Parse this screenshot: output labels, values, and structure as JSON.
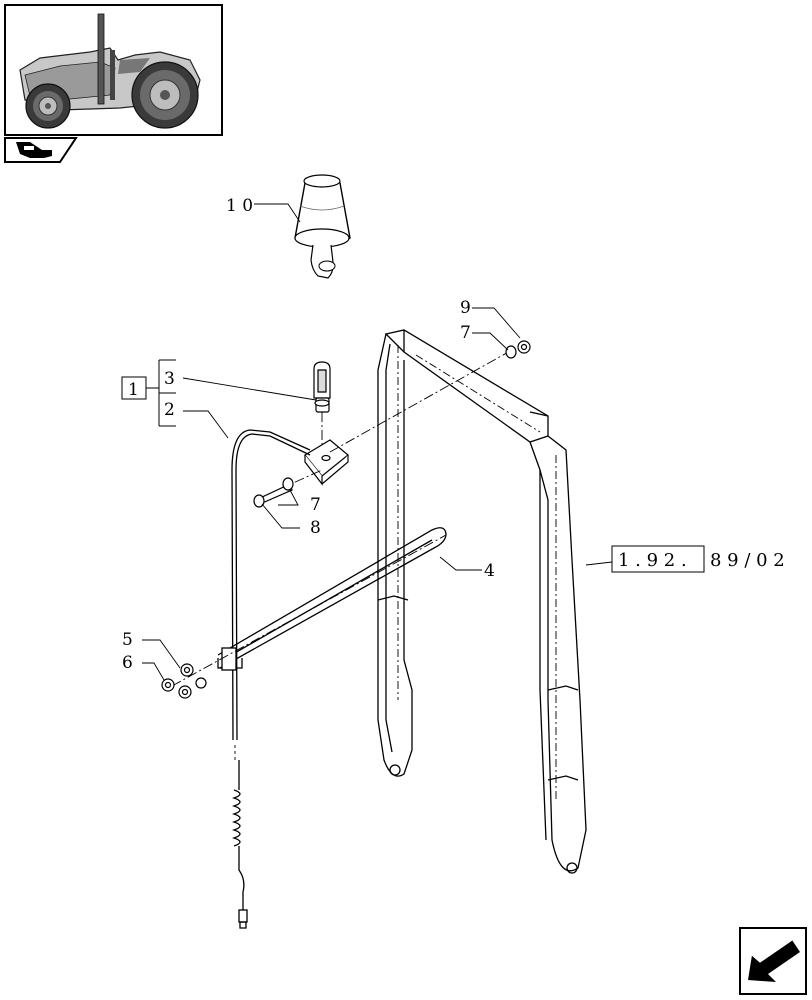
{
  "thumbnail": {
    "icon": "tractor-thumbnail"
  },
  "book_tab": {
    "icon": "book-arrow-icon"
  },
  "nav": {
    "icon": "arrow-down-left-icon"
  },
  "kit_box": "1",
  "callouts": {
    "c10": "1 0",
    "c9": "9",
    "c7a": "7",
    "c3": "3",
    "c2": "2",
    "c7b": "7",
    "c8": "8",
    "c4": "4",
    "c5": "5",
    "c6": "6"
  },
  "reference": {
    "boxed": "1 . 9 2 .",
    "rest": "8 9 / 0 2"
  }
}
